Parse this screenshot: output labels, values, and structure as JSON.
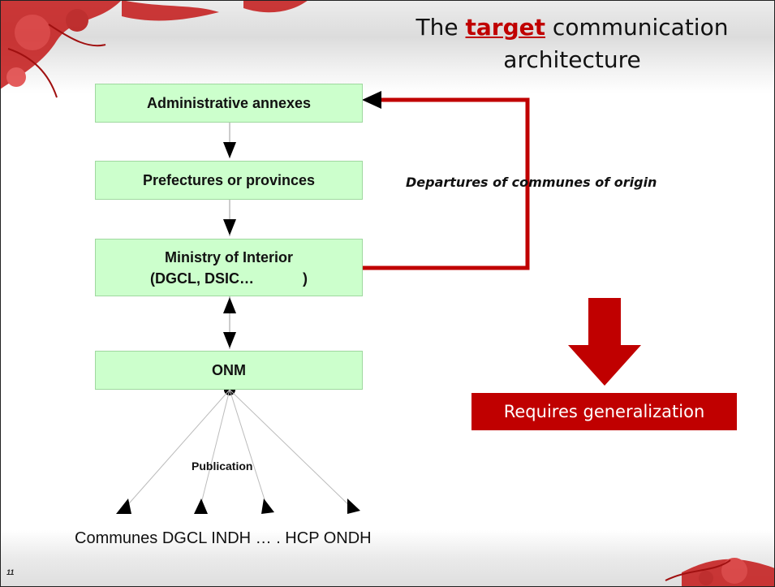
{
  "title": {
    "before": "The ",
    "highlight": "target",
    "after": " communication architecture"
  },
  "boxes": {
    "annexes": "Administrative annexes",
    "prefectures": "Prefectures or provinces",
    "ministry_line1": "Ministry of Interior",
    "ministry_line2": "(DGCL, DSIC…            )",
    "onm": "ONM"
  },
  "departures_label": "Departures of communes of origin",
  "requires_label": "Requires generalization",
  "publication_label": "Publication",
  "recipients_text": "Communes DGCL INDH … . HCP ONDH",
  "page_number": "11",
  "colors": {
    "box_fill": "#ccffcc",
    "accent_red": "#c00000"
  }
}
